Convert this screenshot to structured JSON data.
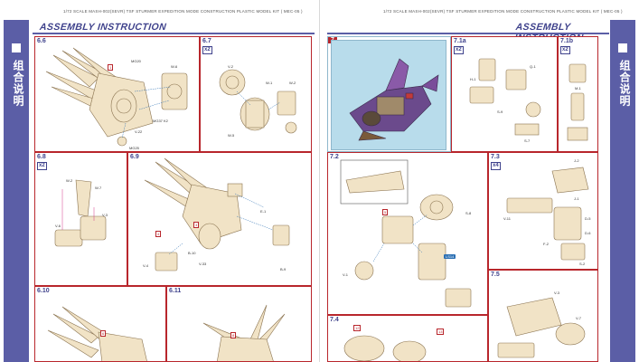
{
  "header": {
    "left_text": "1/72 SCALE MASH-002(SEVR) TSF STURMER EXPEDITION MODE CONSTRUCTION PLASTIC MODEL KIT ( MEC-05 )",
    "right_text": "1/72 SCALE MASH-002(SEVR) TSF STURMER EXPEDITION MODE CONSTRUCTION PLASTIC MODEL KIT ( MEC-05 )",
    "title_left": "ASSEMBLY INSTRUCTION",
    "title_right": "ASSEMBLY INSTRUCTION",
    "side_label_left": "组合说明",
    "side_label_right": "组合说明"
  },
  "colors": {
    "accent": "#5b5ea6",
    "frame": "#b8262c",
    "photo_bg": "#b8dceb",
    "part_fill": "#f1e3c6",
    "part_stroke": "#8a7350"
  },
  "steps": {
    "s66": "6.6",
    "s67": "6.7",
    "s67_mult": "x2",
    "s68": "6.8",
    "s68_mult": "x2",
    "s69": "6.9",
    "s610": "6.10",
    "s611": "6.11",
    "s7": "7",
    "s71a": "7.1a",
    "s71a_mult": "x2",
    "s71b": "7.1b",
    "s71b_mult": "x2",
    "s72": "7.2",
    "s73": "7.3",
    "s73_mult": "x4",
    "s74": "7.4",
    "s75": "7.5"
  },
  "labels": {
    "a1": "MG20",
    "a2": "W-6",
    "a3": "MG37 K2",
    "a4": "V-22",
    "a5": "MG25",
    "b1": "V-2",
    "b2": "W-1",
    "b3": "W-2",
    "b4": "W-5",
    "c1": "W-2",
    "c2": "W-7",
    "c3": "V-6",
    "c4": "V-3",
    "d1": "E-1",
    "d2": "B-10",
    "d3": "V-33",
    "d4": "B-9",
    "d5": "V-4",
    "e1": "H-1",
    "e2": "Q-1",
    "e3": "S-9",
    "e4": "S-7",
    "e5": "M-1",
    "f1": "S-8",
    "f2": "J-2",
    "f3": "J-1",
    "f4": "V-11",
    "g1": "F-2",
    "g2": "D-5",
    "g3": "D-6",
    "g4": "S-2",
    "h1": "V-1",
    "h2": "V-3",
    "h3": "V-7",
    "box1": "1",
    "box2": "4",
    "box3": "3",
    "box4": "5",
    "box5": "6",
    "box6": "8",
    "box7": "12",
    "box8": "13",
    "blue1": "LS14"
  }
}
